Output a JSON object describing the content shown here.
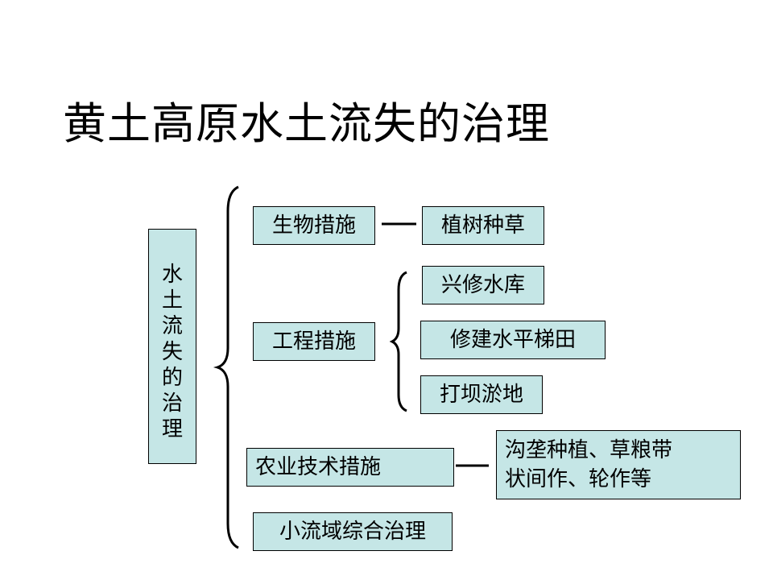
{
  "title": "黄土高原水土流失的治理",
  "root": {
    "chars": [
      "水",
      "土",
      "流",
      "失",
      "的",
      "治",
      "理"
    ]
  },
  "nodes": {
    "bio": "生物措施",
    "planting": "植树种草",
    "engineering": "工程措施",
    "reservoir": "兴修水库",
    "terrace": "修建水平梯田",
    "dam": "打坝淤地",
    "agri": "农业技术措施",
    "agri_detail_line1": "沟垄种植、草粮带",
    "agri_detail_line2": "状间作、轮作等",
    "watershed": "小流域综合治理"
  }
}
